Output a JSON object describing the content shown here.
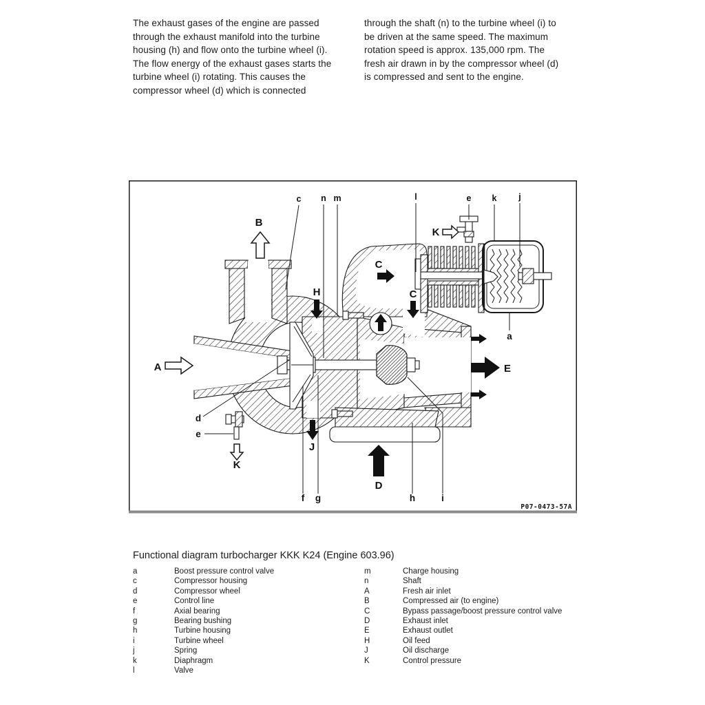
{
  "intro": {
    "left": [
      "The exhaust gases of the engine are passed",
      "through the exhaust manifold into the turbine",
      "housing (h) and flow onto the turbine wheel (i).",
      "The flow energy of the exhaust gases starts the",
      "turbine wheel (i) rotating. This causes the",
      "compressor wheel (d) which is connected"
    ],
    "right": [
      "through the shaft (n) to the turbine wheel (i) to",
      "be driven at the same speed. The maximum",
      "rotation speed is approx. 135,000 rpm. The",
      "fresh air drawn in by the compressor wheel (d)",
      "is compressed and sent to the engine."
    ]
  },
  "figure": {
    "caption": "Functional diagram turbocharger KKK K24 (Engine 603.96)",
    "code": "P07-0473-57A",
    "diagram_labels": [
      {
        "id": "top-c",
        "text": "c"
      },
      {
        "id": "top-n",
        "text": "n"
      },
      {
        "id": "top-m",
        "text": "m"
      },
      {
        "id": "top-l",
        "text": "l"
      },
      {
        "id": "top-e",
        "text": "e"
      },
      {
        "id": "top-k",
        "text": "k"
      },
      {
        "id": "top-j",
        "text": "j"
      },
      {
        "id": "flow-b",
        "text": "B"
      },
      {
        "id": "flow-k-top",
        "text": "K"
      },
      {
        "id": "flow-c-right",
        "text": "C"
      },
      {
        "id": "flow-c-down",
        "text": "C"
      },
      {
        "id": "flow-h",
        "text": "H"
      },
      {
        "id": "flow-a",
        "text": "A"
      },
      {
        "id": "flow-e-out",
        "text": "E"
      },
      {
        "id": "flow-j-oil",
        "text": "J"
      },
      {
        "id": "flow-d",
        "text": "D"
      },
      {
        "id": "flow-k-bottom",
        "text": "K"
      },
      {
        "id": "part-a",
        "text": "a"
      },
      {
        "id": "part-d",
        "text": "d"
      },
      {
        "id": "part-e",
        "text": "e"
      },
      {
        "id": "part-f",
        "text": "f"
      },
      {
        "id": "part-g",
        "text": "g"
      },
      {
        "id": "part-h",
        "text": "h"
      },
      {
        "id": "part-i",
        "text": "i"
      }
    ]
  },
  "legend": {
    "left": [
      {
        "key": "a",
        "label": "Boost pressure control valve"
      },
      {
        "key": "c",
        "label": "Compressor housing"
      },
      {
        "key": "d",
        "label": "Compressor wheel"
      },
      {
        "key": "e",
        "label": "Control line"
      },
      {
        "key": "f",
        "label": "Axial bearing"
      },
      {
        "key": "g",
        "label": "Bearing bushing"
      },
      {
        "key": "h",
        "label": "Turbine housing"
      },
      {
        "key": "i",
        "label": "Turbine wheel"
      },
      {
        "key": "j",
        "label": "Spring"
      },
      {
        "key": "k",
        "label": "Diaphragm"
      },
      {
        "key": "l",
        "label": "Valve"
      }
    ],
    "right": [
      {
        "key": "m",
        "label": "Charge housing"
      },
      {
        "key": "n",
        "label": "Shaft"
      },
      {
        "key": "A",
        "label": "Fresh air inlet"
      },
      {
        "key": "B",
        "label": "Compressed air (to engine)"
      },
      {
        "key": "C",
        "label": "Bypass passage/boost pressure control valve"
      },
      {
        "key": "D",
        "label": "Exhaust inlet"
      },
      {
        "key": "E",
        "label": "Exhaust outlet"
      },
      {
        "key": "H",
        "label": "Oil feed"
      },
      {
        "key": "J",
        "label": "Oil discharge"
      },
      {
        "key": "K",
        "label": "Control pressure"
      }
    ]
  }
}
